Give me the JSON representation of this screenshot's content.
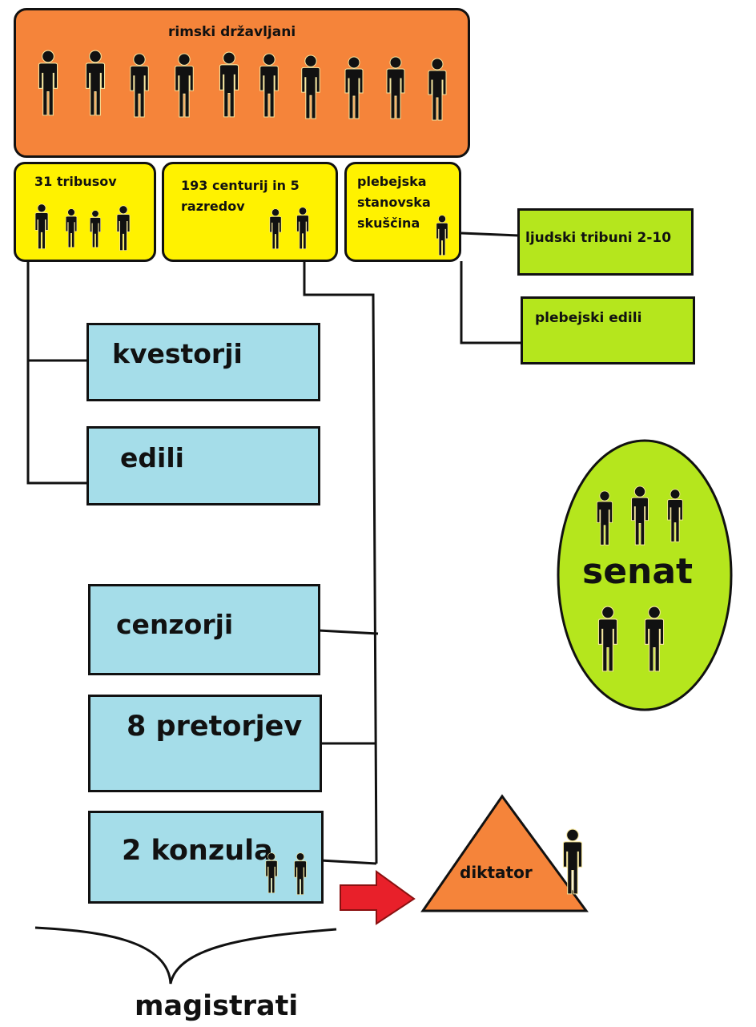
{
  "citizens": {
    "title": "rimski državljani"
  },
  "assemblies": {
    "tribes": "31 tribusov",
    "centuries_line1": "193 centurij in 5",
    "centuries_line2": "razredov",
    "plebeian_line1": "plebejska",
    "plebeian_line2": "stanovska",
    "plebeian_line3": "skuščina"
  },
  "plebeian_offices": {
    "tribunes": "ljudski tribuni 2-10",
    "aediles": "plebejski edili"
  },
  "magistrates": {
    "quaestors": "kvestorji",
    "aediles": "edili",
    "censors": "cenzorji",
    "praetors": "8 pretorjev",
    "consuls": "2 konzula",
    "group_label": "magistrati"
  },
  "senate": {
    "label": "senat"
  },
  "dictator": {
    "label": "diktator"
  },
  "colors": {
    "orange": "#f5843a",
    "yellow": "#fff200",
    "green": "#b5e61d",
    "blue": "#a5dde9",
    "arrow": "#e8202a",
    "person": "#111111",
    "person_outline": "#f5e6a0"
  }
}
